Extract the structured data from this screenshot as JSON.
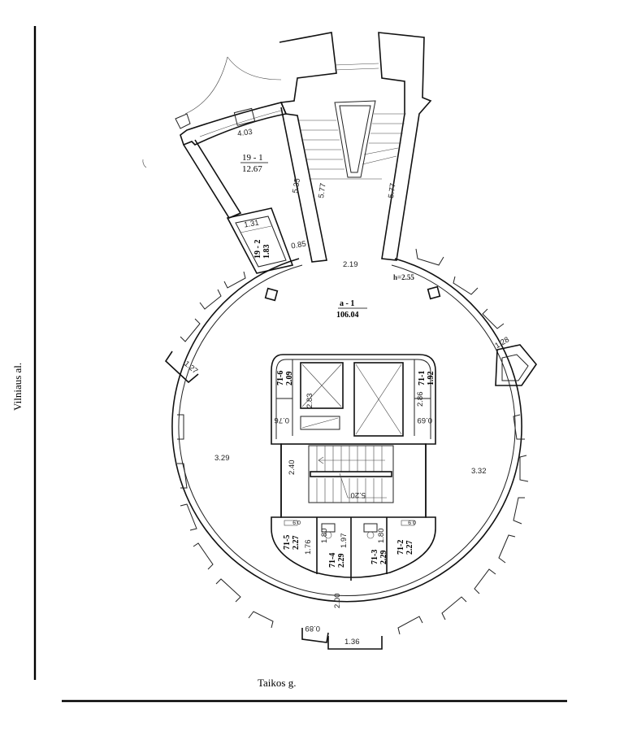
{
  "streets": {
    "left": "Vilniaus al.",
    "bottom": "Taikos g."
  },
  "rooms": {
    "r19_1": {
      "id": "19 - 1",
      "area": "12.67"
    },
    "r19_2": {
      "id": "19 - 2",
      "area": "1.83"
    },
    "a1": {
      "id": "a - 1",
      "area": "106.04"
    },
    "r71_6": {
      "id": "71-6",
      "area": "2.09"
    },
    "r71_1": {
      "id": "71-1",
      "area": "1.92"
    },
    "r71_5": {
      "id": "71-5",
      "area": "2.27"
    },
    "r71_4": {
      "id": "71-4",
      "area": "2.29"
    },
    "r71_3": {
      "id": "71-3",
      "area": "2.29"
    },
    "r71_2": {
      "id": "71-2",
      "area": "2.27"
    }
  },
  "dimensions": {
    "d403": "4.03",
    "d535": "5.35",
    "d577a": "5.77",
    "d577b": "5.77",
    "d131": "1.31",
    "d085": "0.85",
    "d219": "2.19",
    "h255": "h=2.55",
    "d128": "1.28",
    "d127": "1.27",
    "d283": "2.83",
    "d286": "2.86",
    "d076": "0.76",
    "d069": "0.69",
    "d329": "3.29",
    "d332": "3.32",
    "d240": "2.40",
    "d520": "5.20",
    "d176": "1.76",
    "d180a": "1.80",
    "d197": "1.97",
    "d180b": "1.80",
    "d200": "2.00",
    "d089": "0.89",
    "d136": "1.36",
    "d09a": "0.9",
    "d09b": "0.9"
  }
}
